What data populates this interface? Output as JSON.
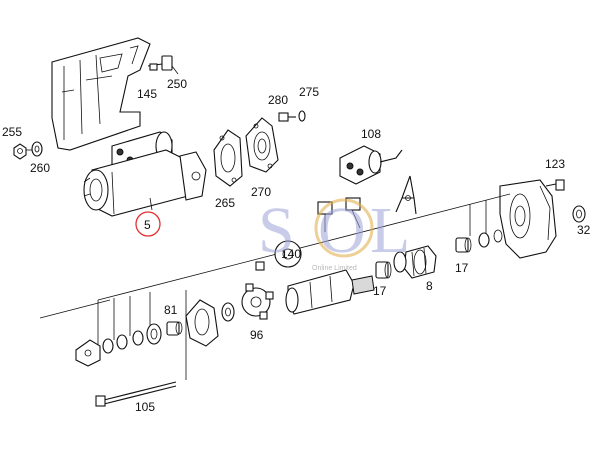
{
  "labels": {
    "p145": "145",
    "p250": "250",
    "p255": "255",
    "p260": "260",
    "p5": "5",
    "p280": "280",
    "p275": "275",
    "p265": "265",
    "p270": "270",
    "p108": "108",
    "p123": "123",
    "p32": "32",
    "p140": "140",
    "p17a": "17",
    "p17b": "17",
    "p8": "8",
    "p81": "81",
    "p96": "96",
    "p105": "105"
  },
  "watermark": {
    "s": "S",
    "o": "O",
    "l": "L",
    "tagline": "Online Limited"
  },
  "colors": {
    "highlight_circle": "#e03030",
    "watermark_blue": "#9aa3d6",
    "watermark_gold": "#e0b050"
  }
}
